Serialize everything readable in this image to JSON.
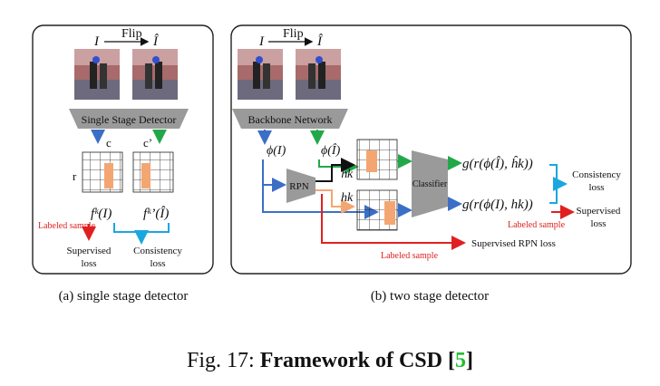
{
  "panel_a": {
    "input_i": "I",
    "flip": "Flip",
    "input_ihat": "Î",
    "detector": "Single Stage Detector",
    "c": "c",
    "c_prime": "c’",
    "r": "r",
    "f_i": "fᵏ(I)",
    "f_ihat": "fᵏ’(Î)",
    "labeled_sample": "Labeled sample",
    "supervised_loss_1": "Supervised",
    "supervised_loss_2": "loss",
    "consistency_loss_1": "Consistency",
    "consistency_loss_2": "loss",
    "caption": "(a) single stage detector"
  },
  "panel_b": {
    "input_i": "I",
    "flip": "Flip",
    "input_ihat": "Î",
    "backbone": "Backbone Network",
    "phi_i": "ϕ(I)",
    "phi_ihat": "ϕ(Î)",
    "rpn": "RPN",
    "hk_hat": "ĥk",
    "hk": "hk",
    "classifier": "Classifier",
    "g_top": "g(r(ϕ(Î), ĥk))",
    "g_bottom": "g(r(ϕ(I), hk))",
    "consistency_loss_1": "Consistency",
    "consistency_loss_2": "loss",
    "supervised_loss_1": "Supervised",
    "supervised_loss_2": "loss",
    "labeled_sample_1": "Labeled sample",
    "labeled_sample_2": "Labeled sample",
    "supervised_rpn_loss": "Supervised RPN loss",
    "caption": "(b) two stage detector"
  },
  "figure_caption": {
    "prefix": "Fig. 17: ",
    "title": "Framework of CSD [",
    "ref": "5",
    "suffix": "]"
  },
  "colors": {
    "blue": "#3b6fc6",
    "green": "#22a84a",
    "cyan": "#1aa7e0",
    "red": "#e02020",
    "orange": "#f4a672",
    "gray": "#8c8c8c"
  }
}
